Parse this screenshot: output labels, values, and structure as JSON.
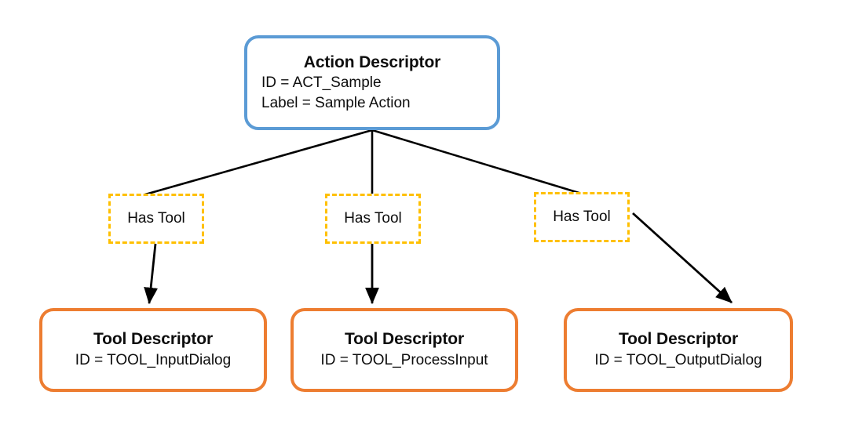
{
  "diagram": {
    "type": "tree-diagram",
    "background_color": "#FFFFFF",
    "colors": {
      "action_border": "#5B9BD5",
      "tool_border": "#ED7D31",
      "edge_label_border": "#FFC000",
      "edge_line": "#000000",
      "text": "#0D0D0D",
      "node_fill": "#FFFFFF"
    },
    "root": {
      "title": "Action Descriptor",
      "attr_id": "ID = ACT_Sample",
      "attr_label": "Label = Sample Action"
    },
    "edge_labels": [
      {
        "text": "Has Tool"
      },
      {
        "text": "Has Tool"
      },
      {
        "text": "Has Tool"
      }
    ],
    "tools": [
      {
        "title": "Tool Descriptor",
        "attr_id": "ID = TOOL_InputDialog"
      },
      {
        "title": "Tool Descriptor",
        "attr_id": "ID = TOOL_ProcessInput"
      },
      {
        "title": "Tool Descriptor",
        "attr_id": "ID = TOOL_OutputDialog"
      }
    ]
  }
}
